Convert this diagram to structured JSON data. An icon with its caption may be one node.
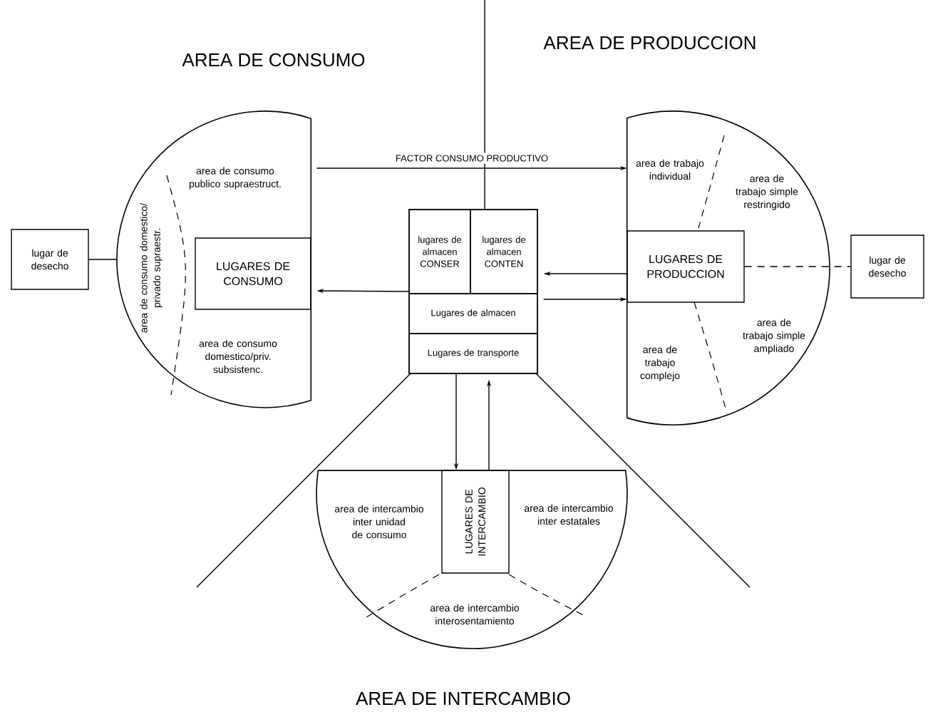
{
  "diagram": {
    "nodes": [
      {
        "text": [
          "lugar de desecho"
        ]
      },
      {
        "text": [
          "area de consumo publico supraestruct.",
          "area de consumo domestico/ privado supraestr.",
          "area de consumo domestico/priv. subsistenc."
        ]
      },
      {
        "text": [
          "LUGARES DE CONSUMO"
        ],
        "in": 1
      },
      {
        "text": [],
        "shape": "box"
      },
      {
        "text": [
          "lugares de almacen CONSER"
        ],
        "in": 3
      },
      {
        "text": [
          "lugares de almacen CONTEN"
        ],
        "in": 3
      },
      {
        "text": [
          "Lugares de almacen"
        ],
        "in": 3
      },
      {
        "text": [
          "Lugares de transporte"
        ],
        "in": 3
      },
      {
        "text": [
          "area de trabajo individual",
          "area de trabajo simple restringido",
          "area de trabajo simple ampliado",
          "area de trabajo complejo"
        ]
      },
      {
        "text": [
          "LUGARES DE PRODUCCION"
        ],
        "in": 8
      },
      {
        "text": [
          "lugar de desecho"
        ]
      },
      {
        "text": [
          "area de intercambio inter unidad de consumo",
          "area de intercambio inter estatales",
          "area de intercambio interosentamiento"
        ]
      },
      {
        "text": [
          "LUGARES DE INTERCAMBIO"
        ],
        "in": 11
      }
    ],
    "edges": [
      {
        "from": 0,
        "to": 1,
        "arrow": "none"
      },
      {
        "from": 1,
        "to": 8,
        "arrow": "to",
        "label": "FACTOR CONSUMO PRODUCTIVO"
      },
      {
        "from": 3,
        "to": 1,
        "arrow": "to"
      },
      {
        "from": 8,
        "to": 3,
        "arrow": "to"
      },
      {
        "from": 3,
        "to": 8,
        "arrow": "to"
      },
      {
        "from": 9,
        "to": 10,
        "arrow": "none",
        "style": "dashed"
      },
      {
        "from": 3,
        "to": 11,
        "arrow": "to"
      },
      {
        "from": 11,
        "to": 3,
        "arrow": "to"
      }
    ],
    "labels": [
      "AREA DE CONSUMO",
      "AREA DE PRODUCCION",
      "AREA DE INTERCAMBIO"
    ]
  }
}
